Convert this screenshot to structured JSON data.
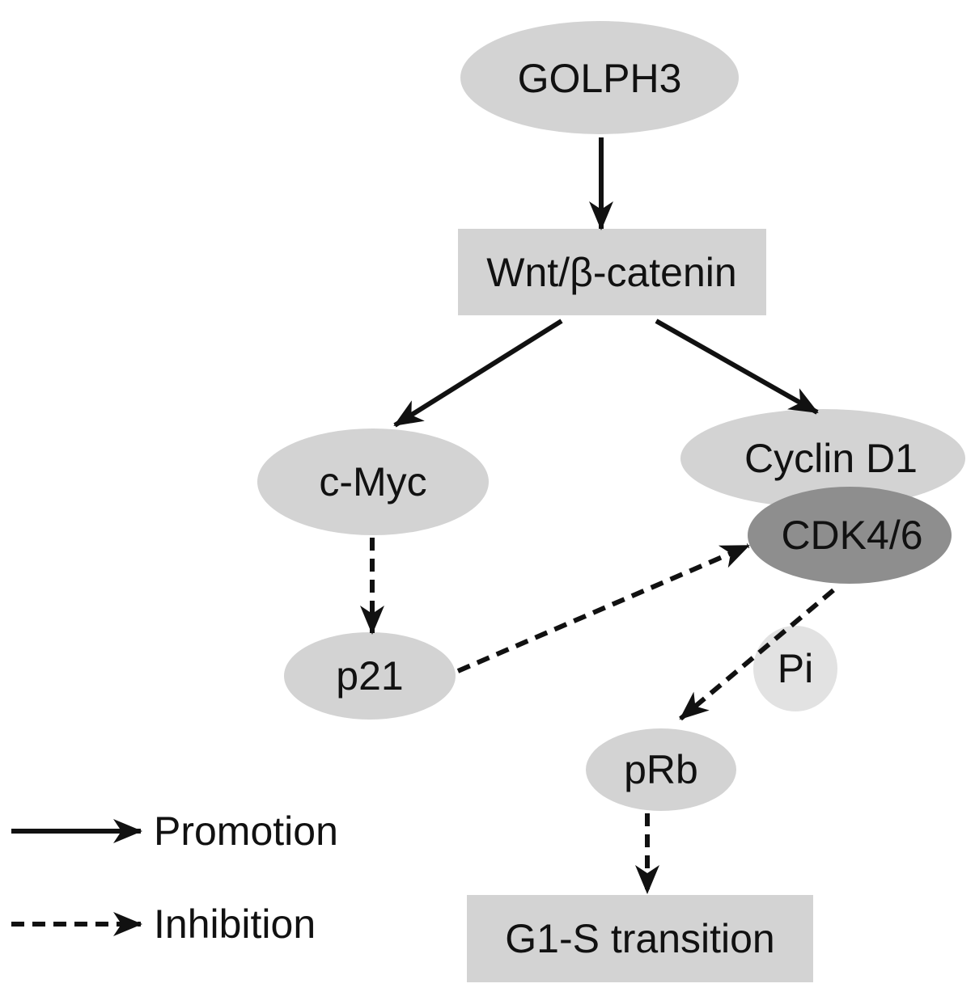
{
  "nodes": {
    "golph3": "GOLPH3",
    "wnt": "Wnt/β-catenin",
    "cmyc": "c-Myc",
    "cyclin_d1": "Cyclin D1",
    "cdk46": "CDK4/6",
    "p21": "p21",
    "pi": "Pi",
    "prb": "pRb",
    "g1s": "G1-S transition"
  },
  "legend": {
    "promotion": "Promotion",
    "inhibition": "Inhibition"
  },
  "edges": [
    {
      "from": "GOLPH3",
      "to": "Wnt/β-catenin",
      "type": "promotion"
    },
    {
      "from": "Wnt/β-catenin",
      "to": "c-Myc",
      "type": "promotion"
    },
    {
      "from": "Wnt/β-catenin",
      "to": "Cyclin D1",
      "type": "promotion"
    },
    {
      "from": "c-Myc",
      "to": "p21",
      "type": "inhibition"
    },
    {
      "from": "p21",
      "to": "CDK4/6",
      "type": "inhibition"
    },
    {
      "from": "CDK4/6",
      "to": "pRb",
      "type": "inhibition"
    },
    {
      "from": "pRb",
      "to": "G1-S transition",
      "type": "inhibition"
    }
  ],
  "colors": {
    "node_light": "#d3d3d3",
    "node_dark": "#8e8e8e",
    "node_pale": "#e2e2e2",
    "ink": "#111111",
    "background": "#ffffff"
  }
}
